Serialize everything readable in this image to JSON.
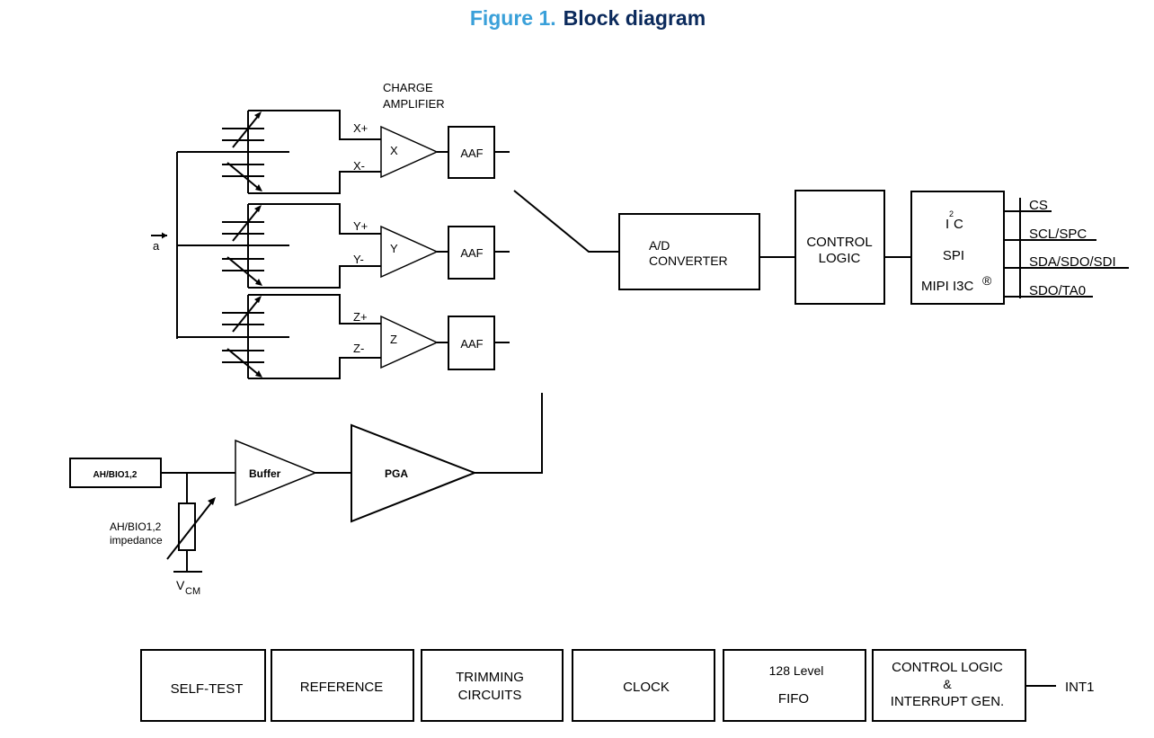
{
  "title": {
    "prefix": "Figure 1.",
    "main": "Block diagram"
  },
  "colors": {
    "prefix": "#3aa0d9",
    "main": "#0b2a5c"
  },
  "sensor": {
    "accel_label": "a",
    "charge_amp_line1": "CHARGE",
    "charge_amp_line2": "AMPLIFIER",
    "x_pos": "X+",
    "x_neg": "X-",
    "x_axis": "X",
    "y_pos": "Y+",
    "y_neg": "Y-",
    "y_axis": "Y",
    "z_pos": "Z+",
    "z_neg": "Z-",
    "z_axis": "Z",
    "aaf": "AAF"
  },
  "adc": {
    "line1": "A/D",
    "line2": "CONVERTER"
  },
  "control": {
    "line1": "CONTROL",
    "line2": "LOGIC"
  },
  "interface": {
    "i2c_sup": "2",
    "i2c_i": "I",
    "i2c_c": "C",
    "spi": "SPI",
    "i3c": "MIPI I3C",
    "reg": "®"
  },
  "pins": {
    "cs": "CS",
    "scl": "SCL/SPC",
    "sda": "SDA/SDO/SDI",
    "sdo": "SDO/TA0"
  },
  "analog": {
    "ah_input": "AH/BIO1,2",
    "buffer": "Buffer",
    "pga": "PGA",
    "imp_line1": "AH/BIO1,2",
    "imp_line2": "impedance",
    "vcm_v": "V",
    "vcm_sub": "CM"
  },
  "bottom": {
    "self_test": "SELF-TEST",
    "reference": "REFERENCE",
    "trim1": "TRIMMING",
    "trim2": "CIRCUITS",
    "clock": "CLOCK",
    "fifo1": "128 Level",
    "fifo2": "FIFO",
    "ctrl1": "CONTROL LOGIC",
    "ctrl2": "&",
    "ctrl3": "INTERRUPT GEN.",
    "int1": "INT1"
  }
}
